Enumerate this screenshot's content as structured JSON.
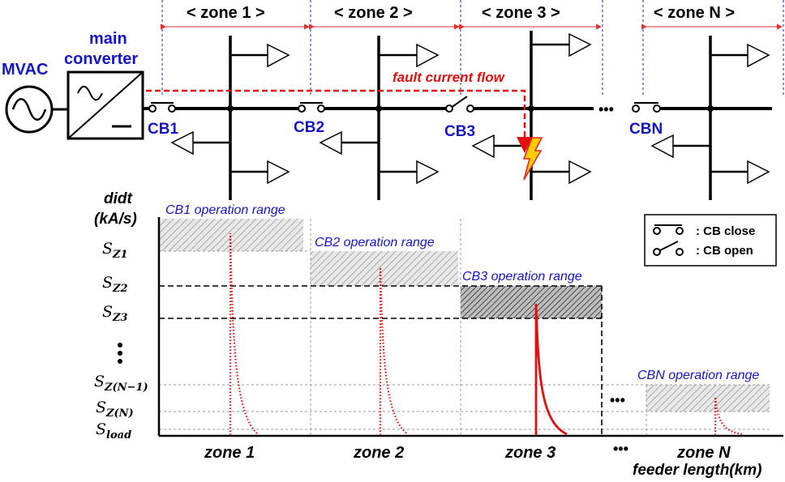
{
  "source": {
    "label": "MVAC"
  },
  "converter": {
    "line1": "main",
    "line2": "converter"
  },
  "zones_header": [
    "< zone 1 >",
    "< zone 2 >",
    "< zone 3 >",
    "< zone N >"
  ],
  "breakers": [
    "CB1",
    "CB2",
    "CB3",
    "CBN"
  ],
  "fault_label": "fault current flow",
  "chart_data": {
    "type": "line",
    "ylabel_line1": "didt",
    "ylabel_line2": "(kA/s)",
    "xlabel": "feeder length(km)",
    "zones": [
      "zone 1",
      "zone 2",
      "zone 3",
      "zone N"
    ],
    "ellipsis": "•••",
    "y_levels": {
      "s1": {
        "main": "S",
        "sub": "Z1"
      },
      "s2": {
        "main": "S",
        "sub": "Z2"
      },
      "s3": {
        "main": "S",
        "sub": "Z3"
      },
      "sn1": {
        "main": "S",
        "sub": "Z(N−1)"
      },
      "sn": {
        "main": "S",
        "sub": "Z(N)"
      },
      "sload": {
        "main": "S",
        "sub": "load"
      }
    },
    "operation_ranges": [
      "CB1  operation  range",
      "CB2  operation  range",
      "CB3  operation  range",
      "CBN  operation  range"
    ]
  },
  "legend": {
    "close": ":  CB close",
    "open": ":  CB open"
  }
}
